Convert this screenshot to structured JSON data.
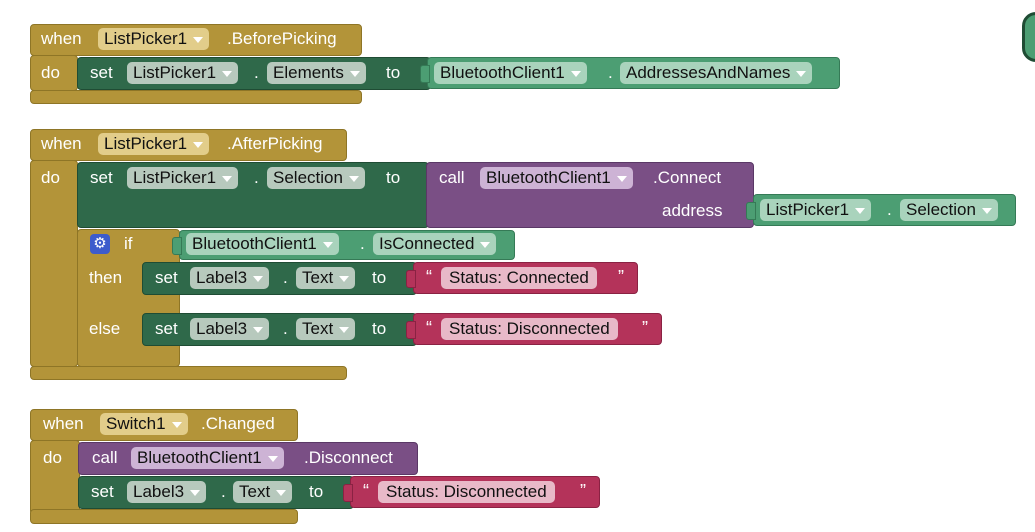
{
  "block1": {
    "when": "when",
    "component": "ListPicker1",
    "event": ".BeforePicking",
    "do": "do",
    "set": "set",
    "target": "ListPicker1",
    "dot": ".",
    "property": "Elements",
    "to": "to",
    "source_component": "BluetoothClient1",
    "source_dot": ".",
    "source_property": "AddressesAndNames"
  },
  "block2": {
    "when": "when",
    "component": "ListPicker1",
    "event": ".AfterPicking",
    "do": "do",
    "set": "set",
    "target": "ListPicker1",
    "dot": ".",
    "property": "Selection",
    "to": "to",
    "call": "call",
    "call_component": "BluetoothClient1",
    "method": ".Connect",
    "address_label": "address",
    "address_component": "ListPicker1",
    "address_dot": ".",
    "address_property": "Selection",
    "if": "if",
    "if_component": "BluetoothClient1",
    "if_dot": ".",
    "if_property": "IsConnected",
    "then": "then",
    "then_set": "set",
    "then_target": "Label3",
    "then_dot": ".",
    "then_property": "Text",
    "then_to": "to",
    "then_string": "Status: Connected",
    "else": "else",
    "else_set": "set",
    "else_target": "Label3",
    "else_dot": ".",
    "else_property": "Text",
    "else_to": "to",
    "else_string": "Status: Disconnected",
    "open_quote": "“",
    "close_quote": "”"
  },
  "block3": {
    "when": "when",
    "component": "Switch1",
    "event": ".Changed",
    "do": "do",
    "call": "call",
    "call_component": "BluetoothClient1",
    "method": ".Disconnect",
    "set": "set",
    "target": "Label3",
    "dot": ".",
    "property": "Text",
    "to": "to",
    "string": "Status: Disconnected",
    "open_quote": "“",
    "close_quote": "”"
  },
  "colors": {
    "event": "#b39439",
    "setter": "#2f694a",
    "getter": "#4c9e73",
    "call": "#7a4f85",
    "text": "#b4335a",
    "mutator": "#3d5ccc"
  }
}
